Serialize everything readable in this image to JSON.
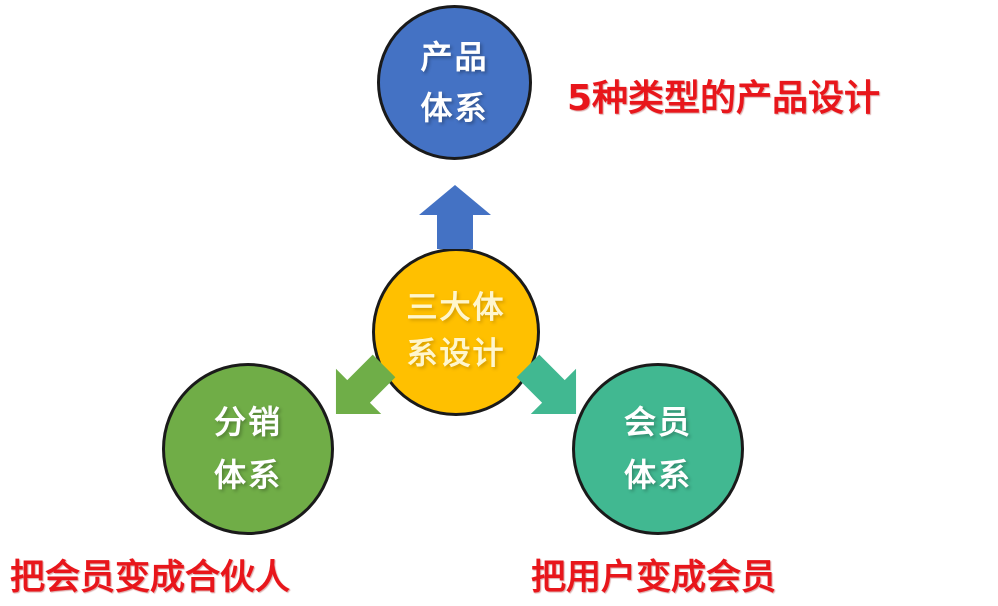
{
  "diagram": {
    "background_color": "#ffffff",
    "nodes": [
      {
        "id": "product-system",
        "line1": "产品",
        "line2": "体系",
        "color": "#4472C4",
        "text_color": "#FFFFFF",
        "position": "top"
      },
      {
        "id": "three-systems-design",
        "line1": "三大体",
        "line2": "系设计",
        "color": "#FFC000",
        "text_color": "#FFF6CC",
        "position": "center"
      },
      {
        "id": "distribution-system",
        "line1": "分销",
        "line2": "体系",
        "color": "#70AD47",
        "text_color": "#FFFFFF",
        "position": "bottom-left"
      },
      {
        "id": "membership-system",
        "line1": "会员",
        "line2": "体系",
        "color": "#41B891",
        "text_color": "#FFFFFF",
        "position": "bottom-right"
      }
    ],
    "arrows": [
      {
        "id": "arrow-up-to-product",
        "icon": "arrow-up-icon",
        "color": "#4472C4",
        "direction": "up"
      },
      {
        "id": "arrow-down-left-to-distribution",
        "icon": "arrow-down-left-icon",
        "color": "#70AD47",
        "direction": "down-left"
      },
      {
        "id": "arrow-down-right-to-membership",
        "icon": "arrow-down-right-icon",
        "color": "#41B891",
        "direction": "down-right"
      }
    ],
    "captions": [
      {
        "id": "caption-product",
        "text": "5种类型的产品设计",
        "color": "#E8161B",
        "position": "top-right"
      },
      {
        "id": "caption-distribution",
        "text": "把会员变成合伙人",
        "color": "#E8161B",
        "position": "bottom-left"
      },
      {
        "id": "caption-membership",
        "text": "把用户变成会员",
        "color": "#E8161B",
        "position": "bottom-right"
      }
    ]
  }
}
